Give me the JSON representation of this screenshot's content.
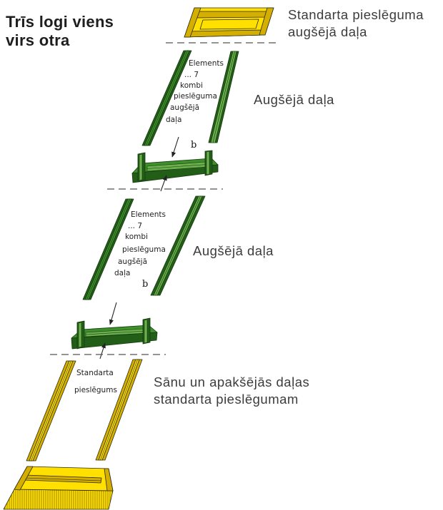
{
  "title": [
    "Trīs logi viens",
    "virs otra"
  ],
  "colors": {
    "yellow": "#FFE000",
    "yellow_dark": "#D4AE00",
    "green": "#3F8F2C",
    "green_dark": "#235E18",
    "green_light": "#6CB04D",
    "green_outline": "#143A0E",
    "outline": "#2B2B12"
  },
  "top_flashing": {
    "label": [
      "Standarta pieslēguma",
      "augšējā daļa"
    ]
  },
  "upper_window": {
    "element_label": [
      "Elements",
      "... 7",
      "kombi",
      "pieslēguma",
      "augšējā",
      "daļa"
    ],
    "part_label": "Augšējā daļa",
    "dimension_label": "b"
  },
  "middle_window": {
    "element_label": [
      "Elements",
      "... 7",
      "kombi",
      "pieslēguma",
      "augšējā",
      "daļa"
    ],
    "part_label": "Augšējā daļa",
    "dimension_label": "b"
  },
  "lower_window": {
    "inline_label": [
      "Standarta",
      "pieslēgums"
    ],
    "part_label": [
      "Sānu un apakšējās daļas",
      "standarta pieslēgumam"
    ]
  }
}
